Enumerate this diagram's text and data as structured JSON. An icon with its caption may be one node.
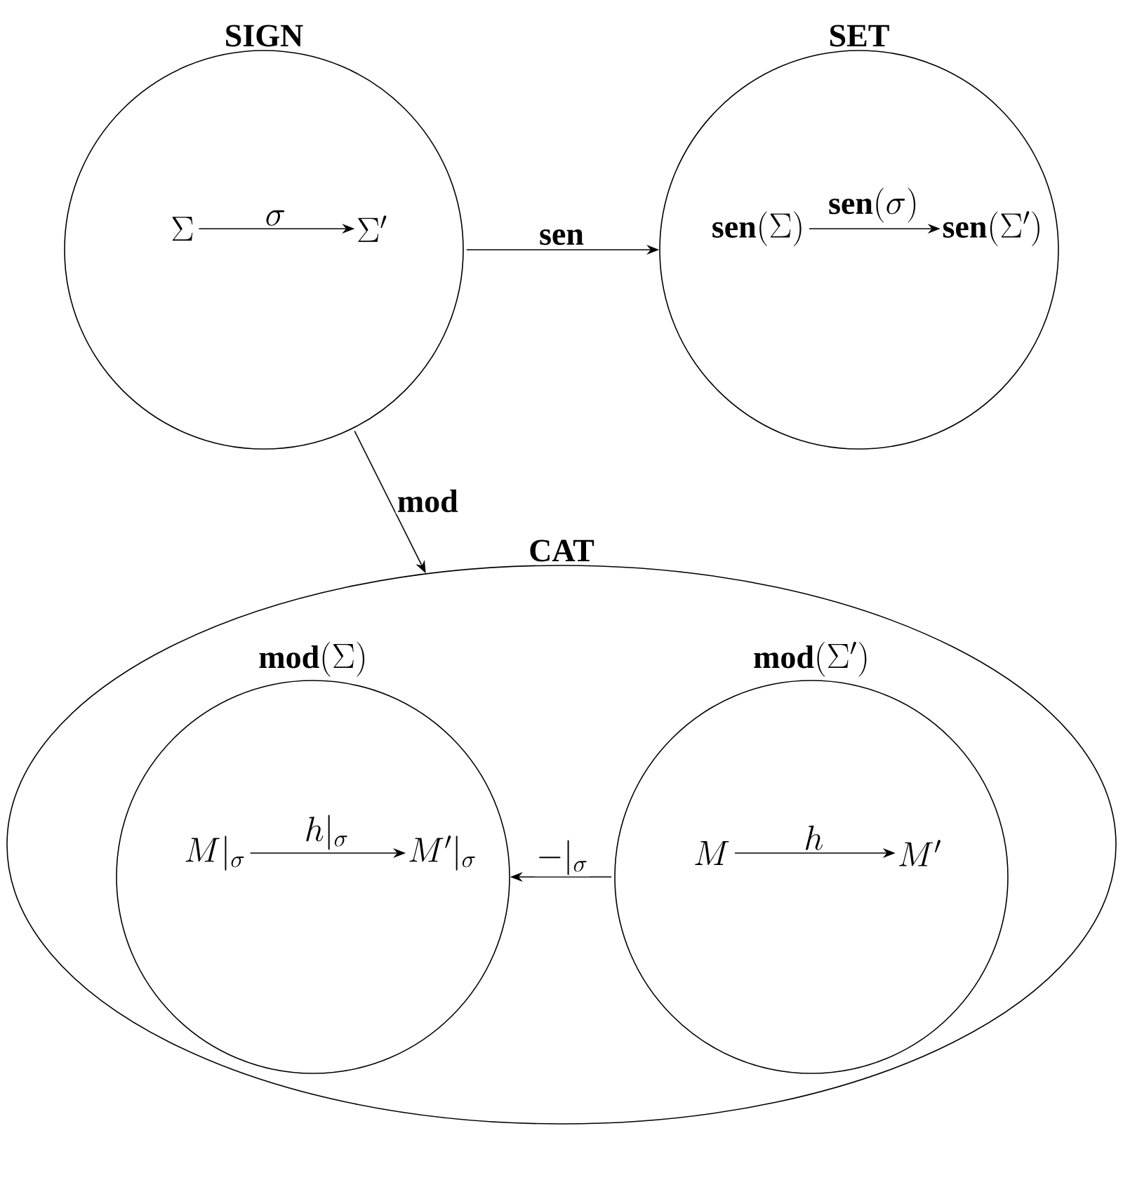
{
  "diagram": {
    "nodes": [
      {
        "text": [
          "SIGN"
        ]
      },
      {
        "text": [
          "\\Sigma"
        ],
        "in": 0
      },
      {
        "text": [
          "\\Sigma'"
        ],
        "in": 0
      },
      {
        "text": [
          "SET"
        ]
      },
      {
        "text": [
          "\\mathbf{sen}(\\Sigma)"
        ],
        "in": 3
      },
      {
        "text": [
          "\\mathbf{sen}(\\Sigma')"
        ],
        "in": 3
      },
      {
        "text": [
          "CAT"
        ]
      },
      {
        "text": [
          "\\mathbf{mod}(\\Sigma)"
        ],
        "in": 6
      },
      {
        "text": [
          "M|_\\sigma"
        ],
        "in": 7
      },
      {
        "text": [
          "M'|_\\sigma"
        ],
        "in": 7
      },
      {
        "text": [
          "\\mathbf{mod}(\\Sigma')"
        ],
        "in": 6
      },
      {
        "text": [
          "M"
        ],
        "in": 10
      },
      {
        "text": [
          "M'"
        ],
        "in": 10
      }
    ],
    "edges": [
      {
        "from": 1,
        "to": 2,
        "arrow": "to",
        "label": "\\sigma"
      },
      {
        "from": 0,
        "to": 3,
        "arrow": "to",
        "label": "sen"
      },
      {
        "from": 4,
        "to": 5,
        "arrow": "to",
        "label": "\\mathbf{sen}(\\sigma)"
      },
      {
        "from": 0,
        "to": 6,
        "arrow": "to",
        "label": "mod"
      },
      {
        "from": 8,
        "to": 9,
        "arrow": "to",
        "label": "h|_\\sigma"
      },
      {
        "from": 10,
        "to": 7,
        "arrow": "to",
        "label": "-|_\\sigma"
      },
      {
        "from": 11,
        "to": 12,
        "arrow": "to",
        "label": "h"
      }
    ]
  }
}
